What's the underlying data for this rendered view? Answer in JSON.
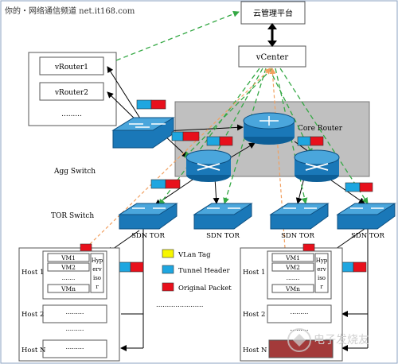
{
  "watermark": "你的・网络通信频道 net.it168.com",
  "cloud_mgmt": "云管理平台",
  "vcenter": "vCenter",
  "vrouters": [
    "vRouter1",
    "vRouter2",
    "........."
  ],
  "core_router": "Core Router",
  "agg_switch": "Agg Switch",
  "tor_switch": "TOR Switch",
  "sdn_tor": "SDN TOR",
  "hosts_left": {
    "host1": "Host 1",
    "host2": "Host 2",
    "hostN": "Host N",
    "vms": [
      "VM1",
      "VM2",
      ".......",
      "VMn"
    ],
    "hypervisor": [
      "Hyp",
      "erv",
      "iso",
      "r"
    ],
    "dots": "........."
  },
  "hosts_right": {
    "host1": "Host 1",
    "host2": "Host 2",
    "hostN": "Host N",
    "vms": [
      "VM1",
      "VM2",
      ".......",
      "VMn"
    ],
    "hypervisor": [
      "Hyp",
      "erv",
      "iso",
      "r"
    ],
    "dots": "........."
  },
  "legend": {
    "vlan": "VLan Tag",
    "tunnel": "Tunnel Header",
    "original": "Original Packet",
    "dots": "......................"
  },
  "colors": {
    "vlan": "#f7f700",
    "tunnel": "#1ea6e0",
    "original": "#e8101c",
    "switch": "#1a78b8",
    "green_dash": "#34a844",
    "orange_dash": "#f2a060",
    "core_box": "#c0c0c0"
  },
  "brand": "电子发烧友"
}
